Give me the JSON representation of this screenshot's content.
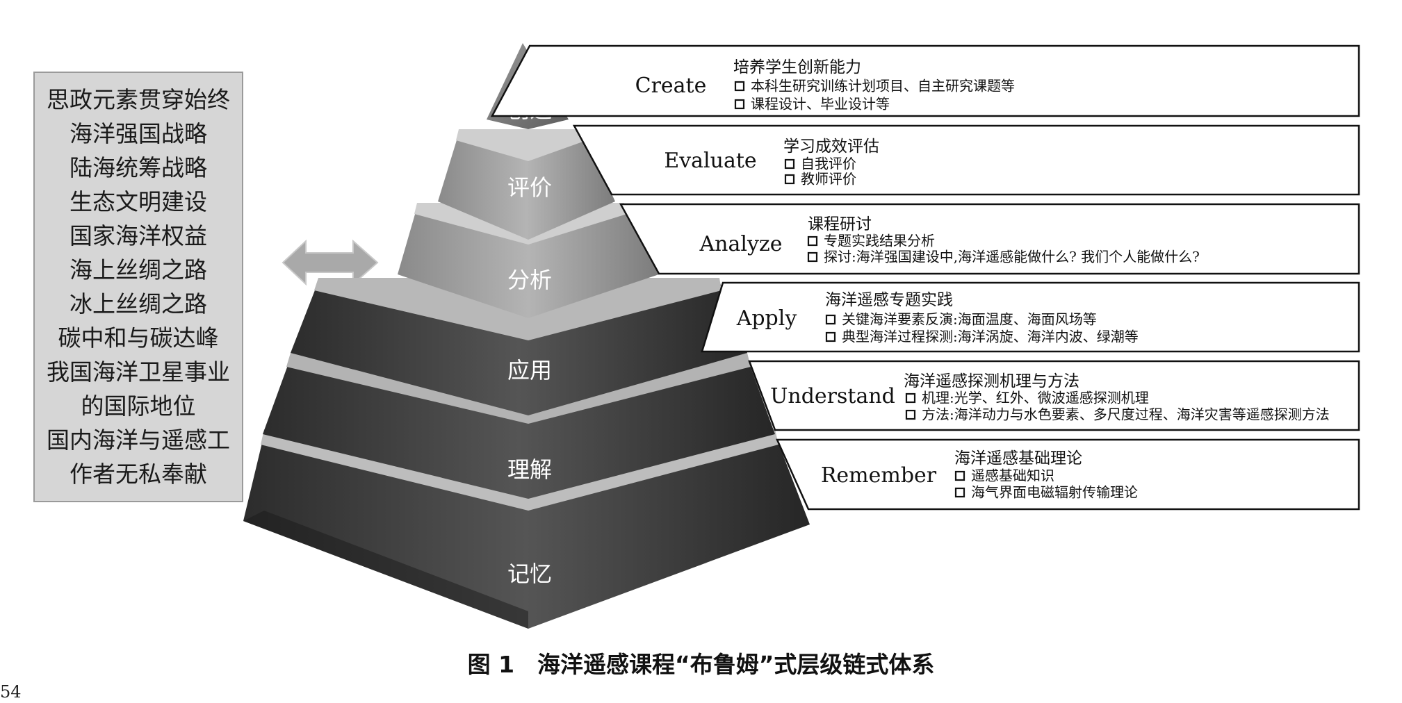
{
  "left_panel": {
    "lines": [
      "思政元素贯穿始终",
      "海洋强国战略",
      "陆海统筹战略",
      "生态文明建设",
      "国家海洋权益",
      "海上丝绸之路",
      "冰上丝绸之路",
      "碳中和与碳达峰",
      "我国海洋卫星事业",
      "的国际地位",
      "国内海洋与遥感工",
      "作者无私奉献"
    ]
  },
  "levels": [
    {
      "cn": "创造",
      "en": "Create",
      "title": "培养学生创新能力",
      "bullets": [
        "本科生研究训练计划项目、自主研究课题等",
        "课程设计、毕业设计等"
      ]
    },
    {
      "cn": "评价",
      "en": "Evaluate",
      "title": "学习成效评估",
      "bullets": [
        "自我评价",
        "教师评价"
      ]
    },
    {
      "cn": "分析",
      "en": "Analyze",
      "title": "课程研讨",
      "bullets": [
        "专题实践结果分析",
        "探讨:海洋强国建设中,海洋遥感能做什么? 我们个人能做什么?"
      ]
    },
    {
      "cn": "应用",
      "en": "Apply",
      "title": "海洋遥感专题实践",
      "bullets": [
        "关键海洋要素反演:海面温度、海面风场等",
        "典型海洋过程探测:海洋涡旋、海洋内波、绿潮等"
      ]
    },
    {
      "cn": "理解",
      "en": "Understand",
      "title": "海洋遥感探测机理与方法",
      "bullets": [
        "机理:光学、红外、微波遥感探测机理",
        "方法:海洋动力与水色要素、多尺度过程、海洋灾害等遥感探测方法"
      ]
    },
    {
      "cn": "记忆",
      "en": "Remember",
      "title": "海洋遥感基础理论",
      "bullets": [
        "遥感基础知识",
        "海气界面电磁辐射传输理论"
      ]
    }
  ],
  "caption": "图 1　海洋遥感课程“布鲁姆”式层级链式体系",
  "page_number": "54",
  "icons": [
    "double-arrow-icon",
    "checkbox-icon"
  ]
}
